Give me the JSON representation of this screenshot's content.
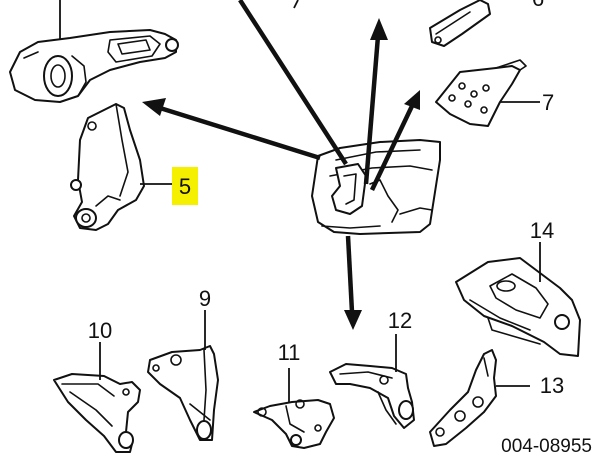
{
  "callouts": {
    "c5": "5",
    "c6": "6",
    "c7": "7",
    "c9": "9",
    "c10": "10",
    "c11": "11",
    "c12": "12",
    "c13": "13",
    "c14": "14"
  },
  "highlight_color": "#f5ef00",
  "drawing_code": "004-08955"
}
